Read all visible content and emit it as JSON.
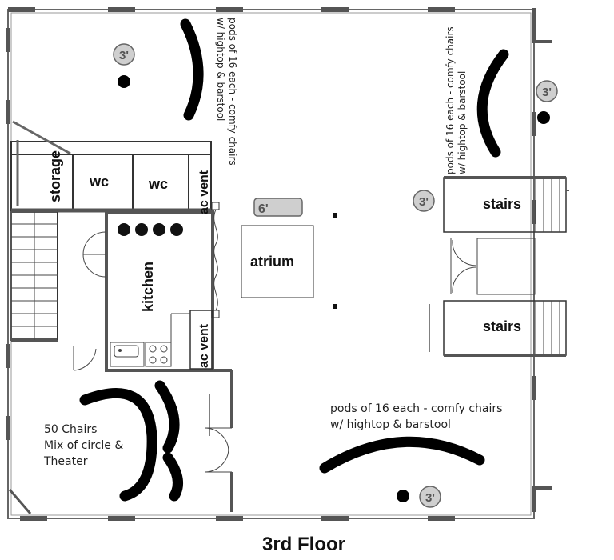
{
  "title": "3rd Floor",
  "rooms": {
    "storage": "storage",
    "wc_left": "wc",
    "wc_right": "wc",
    "ac_vent_top": "ac vent",
    "ac_vent_bottom": "ac vent",
    "kitchen": "kitchen",
    "atrium": "atrium",
    "stairs_top": "stairs",
    "stairs_bottom": "stairs"
  },
  "tables": {
    "t3_top_left": "3'",
    "t3_top_right": "3'",
    "t3_mid_right": "3'",
    "t3_bottom": "3'",
    "t6_atrium": "6'"
  },
  "notes": {
    "pods_top_left": [
      "pods of 16 each - comfy chairs",
      "w/ hightop & barstool"
    ],
    "pods_top_right": [
      "pods of 16 each - comfy chairs",
      "w/ hightop & barstool"
    ],
    "pods_bottom": [
      "pods of 16 each - comfy chairs",
      "w/ hightop & barstool"
    ],
    "chairs_50": [
      "50 Chairs",
      "Mix of circle &",
      "Theater"
    ]
  },
  "colors": {
    "wall": "#555555",
    "ink": "#111111",
    "table_fill": "#cfcfcf",
    "table_stroke": "#666666"
  }
}
